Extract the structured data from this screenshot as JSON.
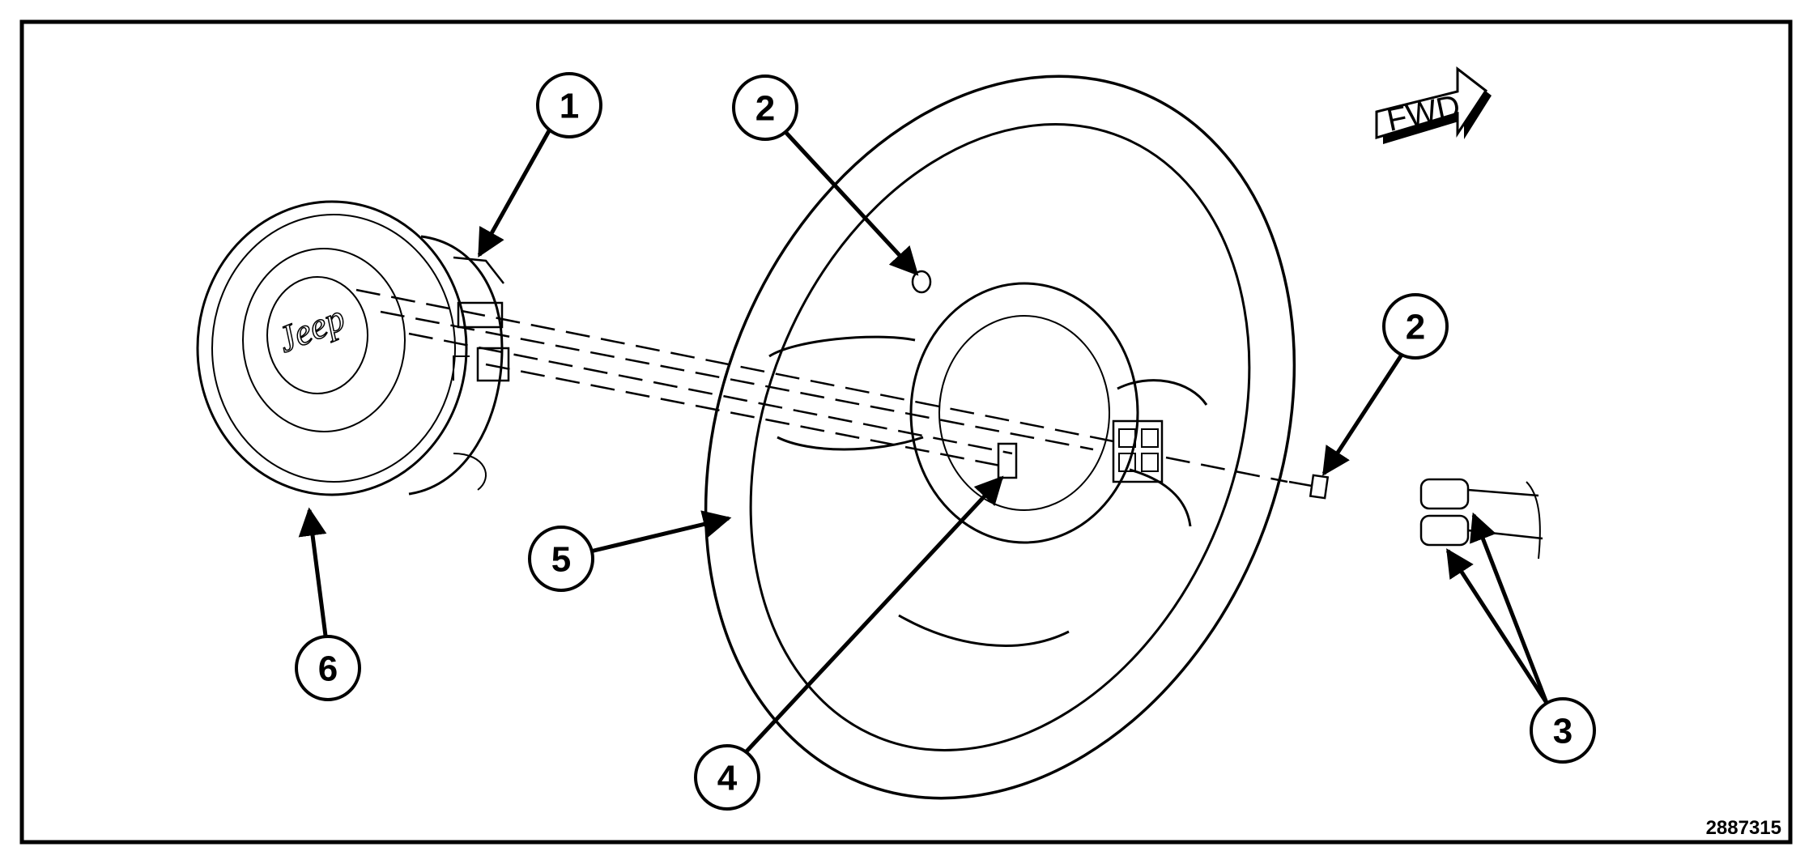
{
  "figure_id": "2887315",
  "direction_label": "FWD",
  "emblem_text": "Jeep",
  "callouts": [
    {
      "id": "callout-1",
      "label": "1"
    },
    {
      "id": "callout-2a",
      "label": "2"
    },
    {
      "id": "callout-2b",
      "label": "2"
    },
    {
      "id": "callout-3",
      "label": "3"
    },
    {
      "id": "callout-4",
      "label": "4"
    },
    {
      "id": "callout-5",
      "label": "5"
    },
    {
      "id": "callout-6",
      "label": "6"
    }
  ],
  "colors": {
    "line": "#000000",
    "background": "#ffffff"
  }
}
